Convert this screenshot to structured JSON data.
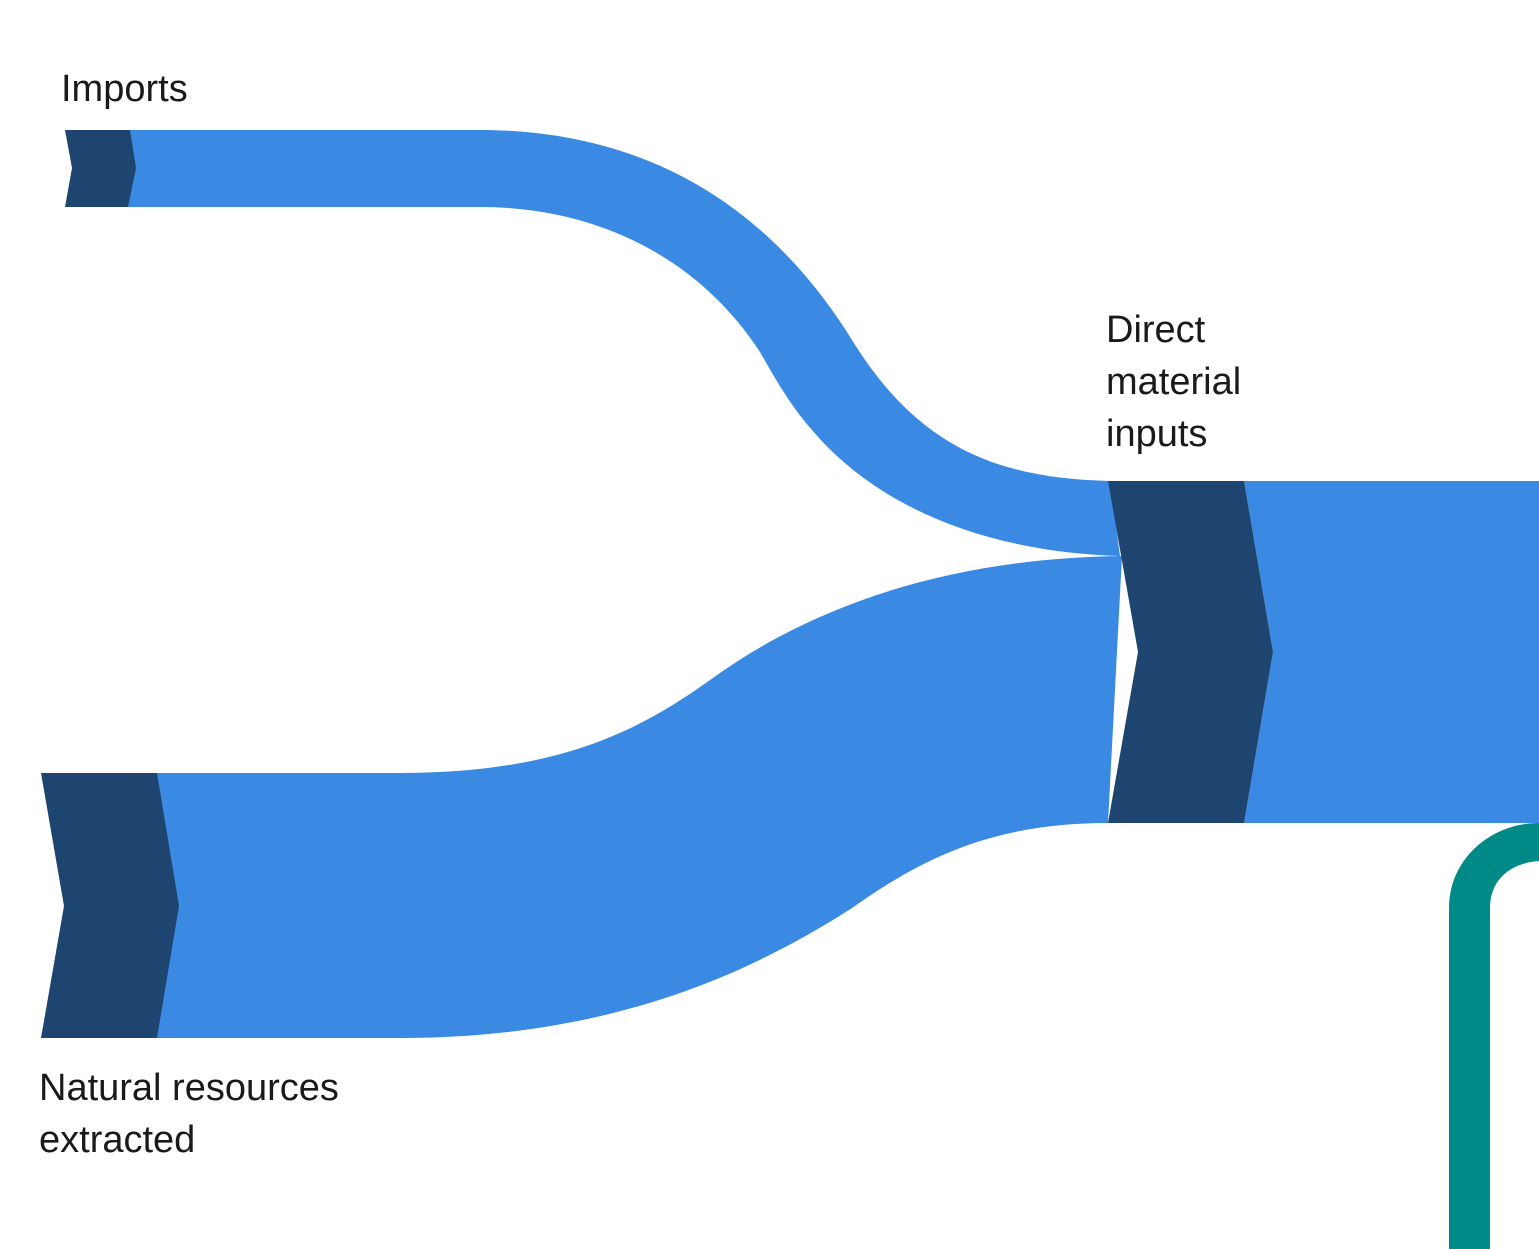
{
  "colors": {
    "flow": "#3a89e2",
    "node": "#1d4570",
    "outflow": "#008a87",
    "text": "#1a1a1a",
    "background": "#ffffff"
  },
  "nodes": {
    "imports": {
      "lines": [
        "Imports"
      ]
    },
    "direct_material_inputs": {
      "lines": [
        "Direct",
        "material",
        "inputs"
      ]
    },
    "natural_resources": {
      "lines": [
        "Natural resources",
        "extracted"
      ]
    }
  },
  "flows": [
    {
      "from": "Imports",
      "to": "Direct material inputs"
    },
    {
      "from": "Natural resources extracted",
      "to": "Direct material inputs"
    }
  ]
}
